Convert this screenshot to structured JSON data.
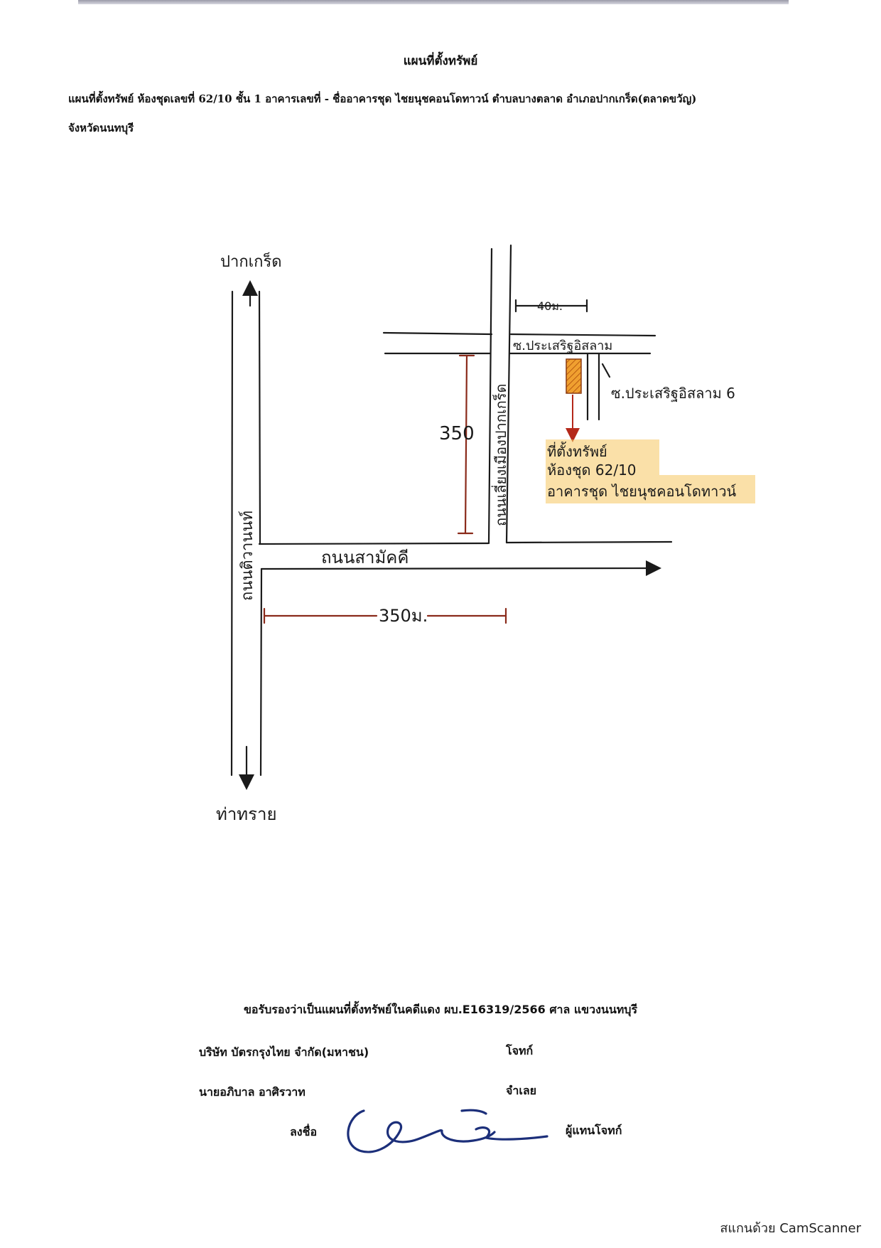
{
  "document": {
    "title": "แผนที่ตั้งทรัพย์",
    "description_line1": "แผนที่ตั้งทรัพย์ ห้องชุดเลขที่ 62/10 ชั้น 1 อาคารเลขที่ -  ชื่ออาคารชุด ไชยนุชคอนโดทาวน์  ตำบลบางตลาด  อำเภอปากเกร็ด(ตลาดขวัญ)",
    "description_line2": "จังหวัดนนทบุรี"
  },
  "map": {
    "north_destination": "ปากเกร็ด",
    "south_destination": "ท่าทราย",
    "main_road": "ถนนติวานนท์",
    "side_road": "ถนนสามัคคี",
    "cross_road": "ถนนเลี่ยงเมืองปากเกร็ด",
    "soi_top": "ซ.ประเสริฐอิสลาม",
    "soi_6": "ซ.ประเสริฐอิสลาม 6",
    "distance_top": "40ม.",
    "distance_vertical": "350",
    "distance_bottom": "350ม.",
    "property_label_1": "ที่ตั้งทรัพย์",
    "property_label_2": "ห้องชุด 62/10",
    "property_label_3": "อาคารชุด ไชยนุชคอนโดทาวน์",
    "highlight_color": "#f6c760",
    "property_fill_color": "#f0a030"
  },
  "certification": {
    "text": "ขอรับรองว่าเป็นแผนที่ตั้งทรัพย์ในคดีแดง  ผบ.E16319/2566   ศาล แขวงนนทบุรี",
    "plaintiff_name": "บริษัท  บัตรกรุงไทย จำกัด(มหาชน)",
    "plaintiff_role": "โจทก์",
    "defendant_name": "นายอภิบาล  อาศิรวาท",
    "defendant_role": "จำเลย",
    "sign_label": "ลงชื่อ",
    "signer_role": "ผู้แทนโจทก์",
    "signature_color": "#1c2f7a"
  },
  "watermark": "สแกนด้วย CamScanner"
}
